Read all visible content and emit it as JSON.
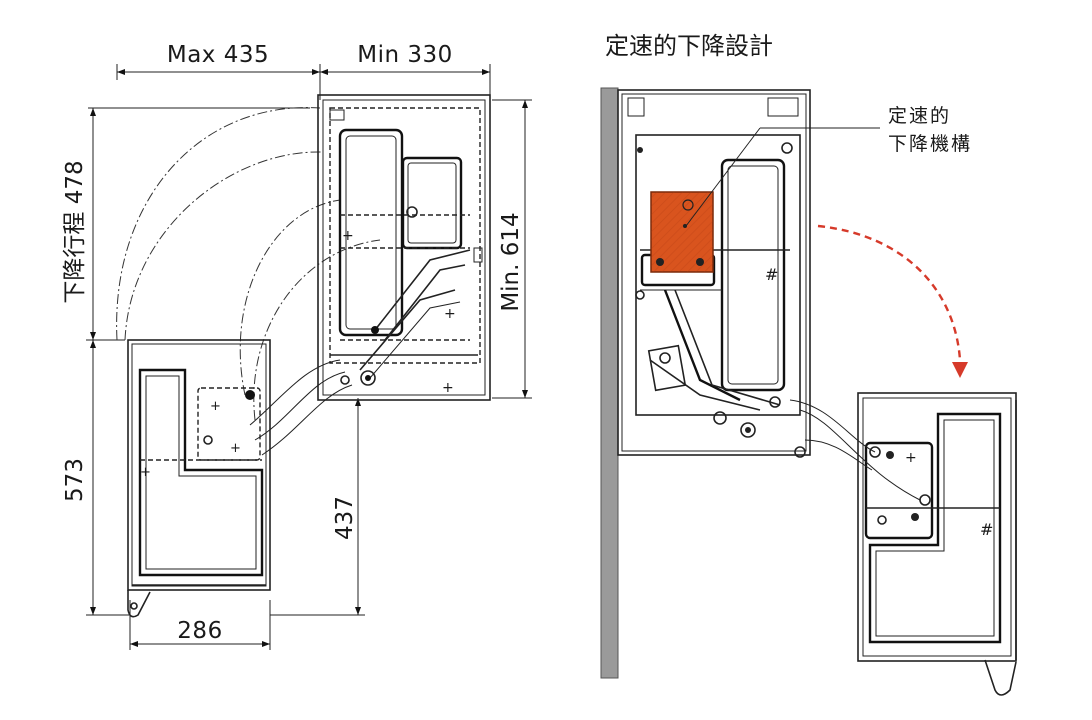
{
  "left_diagram": {
    "dim_max_width": "Max 435",
    "dim_min_width": "Min 330",
    "dim_min_height": "Min. 614",
    "dim_travel": "下降行程 478",
    "dim_total_height": "573",
    "dim_bottom_offset": "437",
    "dim_basket_width": "286"
  },
  "right_diagram": {
    "title": "定速的下降設計",
    "callout_line1": "定速的",
    "callout_line2": "下降機構"
  },
  "colors": {
    "line": "#1a1a1a",
    "mechanism_fill": "#d9541e",
    "arrow": "#d63a2a",
    "wall": "#9a9a9a"
  }
}
